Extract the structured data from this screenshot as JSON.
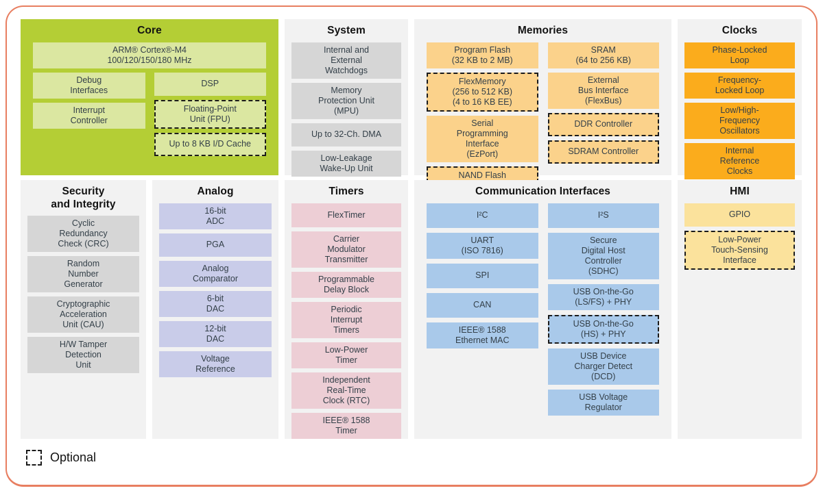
{
  "legend": {
    "label": "Optional"
  },
  "colors": {
    "frame_border": "#e87e60",
    "panel_bg": "#f2f2f2",
    "core_bg": "#b4ce35",
    "core_block": "#dbe7a1",
    "gray_block": "#d6d6d6",
    "memories_block": "#fbd28b",
    "clocks_block": "#fbac1c",
    "analog_block": "#c9cce9",
    "timers_block": "#edced5",
    "comm_block": "#a9c9ea",
    "hmi_block": "#fbe29c"
  },
  "sections": {
    "core": {
      "title": "Core",
      "lead": {
        "text": "ARM® Cortex®-M4\n100/120/150/180 MHz"
      },
      "columns": [
        [
          {
            "text": "Debug\nInterfaces"
          },
          {
            "text": "Interrupt\nController"
          }
        ],
        [
          {
            "text": "DSP"
          },
          {
            "text": "Floating-Point\nUnit (FPU)",
            "dashed": true
          },
          {
            "text": "Up to 8 KB I/D Cache",
            "dashed": true
          }
        ]
      ]
    },
    "system": {
      "title": "System",
      "columns": [
        [
          {
            "text": "Internal and\nExternal\nWatchdogs"
          },
          {
            "text": "Memory\nProtection Unit\n(MPU)"
          },
          {
            "text": "Up to 32-Ch. DMA"
          },
          {
            "text": "Low-Leakage\nWake-Up Unit"
          }
        ]
      ]
    },
    "memories": {
      "title": "Memories",
      "columns": [
        [
          {
            "text": "Program Flash\n(32 KB to 2 MB)"
          },
          {
            "text": "FlexMemory\n(256 to 512 KB)\n(4 to 16 KB EE)",
            "dashed": true
          },
          {
            "text": "Serial\nProgramming\nInterface\n(EzPort)"
          },
          {
            "text": "NAND Flash\nController",
            "dashed": true
          }
        ],
        [
          {
            "text": "SRAM\n(64 to 256 KB)"
          },
          {
            "text": "External\nBus Interface\n(FlexBus)"
          },
          {
            "text": "DDR Controller",
            "dashed": true
          },
          {
            "text": "SDRAM Controller",
            "dashed": true
          }
        ]
      ]
    },
    "clocks": {
      "title": "Clocks",
      "columns": [
        [
          {
            "text": "Phase-Locked\nLoop"
          },
          {
            "text": "Frequency-\nLocked Loop"
          },
          {
            "text": "Low/High-\nFrequency\nOscillators"
          },
          {
            "text": "Internal\nReference\nClocks"
          }
        ]
      ]
    },
    "security": {
      "title": "Security\nand Integrity",
      "columns": [
        [
          {
            "text": "Cyclic\nRedundancy\nCheck (CRC)"
          },
          {
            "text": "Random\nNumber\nGenerator"
          },
          {
            "text": "Cryptographic\nAcceleration\nUnit (CAU)"
          },
          {
            "text": "H/W Tamper\nDetection\nUnit"
          }
        ]
      ]
    },
    "analog": {
      "title": "Analog",
      "columns": [
        [
          {
            "text": "16-bit\nADC"
          },
          {
            "text": "PGA"
          },
          {
            "text": "Analog\nComparator"
          },
          {
            "text": "6-bit\nDAC"
          },
          {
            "text": "12-bit\nDAC"
          },
          {
            "text": "Voltage\nReference"
          }
        ]
      ]
    },
    "timers": {
      "title": "Timers",
      "columns": [
        [
          {
            "text": "FlexTimer"
          },
          {
            "text": "Carrier\nModulator\nTransmitter"
          },
          {
            "text": "Programmable\nDelay Block"
          },
          {
            "text": "Periodic\nInterrupt\nTimers"
          },
          {
            "text": "Low-Power\nTimer"
          },
          {
            "text": "Independent\nReal-Time\nClock (RTC)"
          },
          {
            "text": "IEEE® 1588\nTimer"
          }
        ]
      ]
    },
    "comm": {
      "title": "Communication Interfaces",
      "columns": [
        [
          {
            "text": "I²C"
          },
          {
            "text": "UART\n(ISO 7816)"
          },
          {
            "text": "SPI"
          },
          {
            "text": "CAN"
          },
          {
            "text": "IEEE® 1588\nEthernet MAC"
          }
        ],
        [
          {
            "text": "I²S"
          },
          {
            "text": "Secure\nDigital Host\nController\n(SDHC)"
          },
          {
            "text": "USB On-the-Go\n(LS/FS) + PHY"
          },
          {
            "text": "USB On-the-Go\n(HS) + PHY",
            "dashed": true
          },
          {
            "text": "USB Device\nCharger Detect\n(DCD)"
          },
          {
            "text": "USB Voltage\nRegulator"
          }
        ]
      ]
    },
    "hmi": {
      "title": "HMI",
      "columns": [
        [
          {
            "text": "GPIO"
          },
          {
            "text": "Low-Power\nTouch-Sensing\nInterface",
            "dashed": true
          }
        ]
      ]
    }
  }
}
